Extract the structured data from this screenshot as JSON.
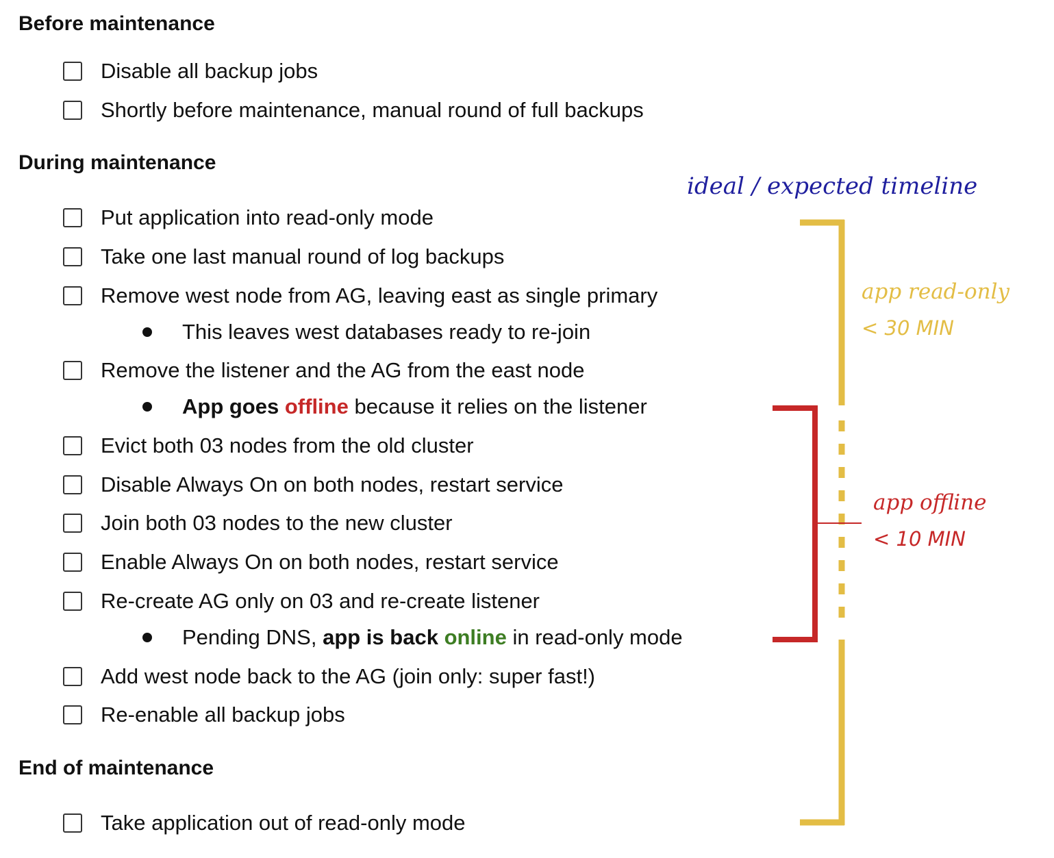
{
  "sections": {
    "before": {
      "heading": "Before maintenance",
      "items": [
        "Disable all backup jobs",
        "Shortly before maintenance, manual round of full backups"
      ]
    },
    "during": {
      "heading": "During maintenance",
      "items": [
        "Put application into read-only mode",
        "Take one last manual round of log backups",
        "Remove west node from AG, leaving east as single primary",
        "Remove the listener and the AG from the east node",
        "Evict both 03 nodes from the old cluster",
        "Disable Always On on both nodes, restart service",
        "Join both 03 nodes to the new cluster",
        "Enable Always On on both nodes, restart service",
        "Re-create AG only on 03 and re-create listener",
        "Add west node back to the AG (join only: super fast!)",
        "Re-enable all backup jobs"
      ],
      "notes": {
        "west_ready": "This leaves west databases ready to re-join",
        "offline_bold": "App goes",
        "offline_word": "offline",
        "offline_rest": "because it relies on the listener",
        "online_pre": "Pending DNS,",
        "online_bold": "app is back",
        "online_word": "online",
        "online_rest": "in read-only mode"
      }
    },
    "end": {
      "heading": "End of maintenance",
      "items": [
        "Take application out of read-only mode"
      ]
    }
  },
  "annotations": {
    "timeline_title": "ideal / expected timeline",
    "readonly_label": "app read-only",
    "readonly_time": "< 30 MIN",
    "offline_label": "app offline",
    "offline_time": "< 10 MIN"
  },
  "colors": {
    "yellow": "#e3bd45",
    "red": "#c62828",
    "green": "#3d7d23",
    "blue": "#1f1f9e"
  }
}
